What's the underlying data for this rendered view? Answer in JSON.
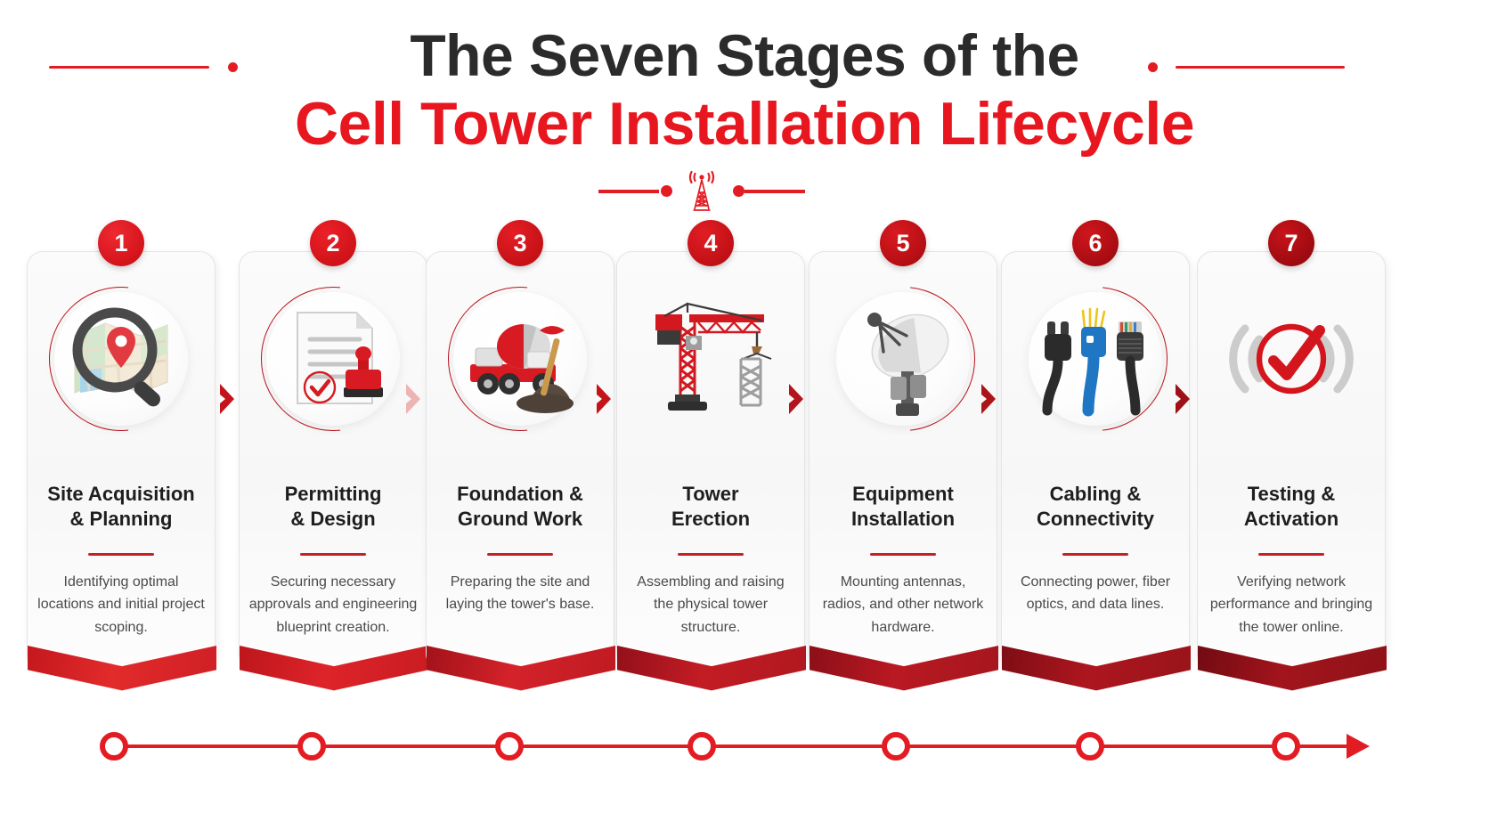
{
  "header": {
    "title_line1": "The Seven Stages of the",
    "title_line2": "Cell Tower Installation Lifecycle",
    "title_color_dark": "#2b2b2b",
    "title_color_red": "#e8171f",
    "accent_color": "#e31c23"
  },
  "stages": [
    {
      "number": "1",
      "title": "Site Acquisition\n& Planning",
      "title_l1": "Site Acquisition",
      "title_l2": "& Planning",
      "description": "Identifying optimal locations and initial project scoping.",
      "icon": "map-magnifier-icon",
      "badge_color": "#e31c23",
      "chevron_color": "#e02a2a"
    },
    {
      "number": "2",
      "title": "Permitting\n& Design",
      "title_l1": "Permitting",
      "title_l2": "& Design",
      "description": "Securing necessary approvals and engineering blueprint creation.",
      "icon": "document-stamp-icon",
      "badge_color": "#dd1b22",
      "chevron_color": "#d8262b"
    },
    {
      "number": "3",
      "title": "Foundation &\nGround Work",
      "title_l1": "Foundation &",
      "title_l2": "Ground Work",
      "description": "Preparing the site and laying the tower's base.",
      "icon": "cement-mixer-icon",
      "badge_color": "#cf1a21",
      "chevron_color": "#c92026"
    },
    {
      "number": "4",
      "title": "Tower\nErection",
      "title_l1": "Tower",
      "title_l2": "Erection",
      "description": "Assembling and raising the physical tower structure.",
      "icon": "tower-crane-icon",
      "badge_color": "#cb1a20",
      "chevron_color": "#bd1d23"
    },
    {
      "number": "5",
      "title": "Equipment\nInstallation",
      "title_l1": "Equipment",
      "title_l2": "Installation",
      "description": "Mounting antennas, radios, and other network hardware.",
      "icon": "satellite-dish-icon",
      "badge_color": "#c2181e",
      "chevron_color": "#b21b21"
    },
    {
      "number": "6",
      "title": "Cabling &\nConnectivity",
      "title_l1": "Cabling &",
      "title_l2": "Connectivity",
      "description": "Connecting power, fiber optics, and data lines.",
      "icon": "cables-connectors-icon",
      "badge_color": "#b5161c",
      "chevron_color": "#a81a1f"
    },
    {
      "number": "7",
      "title": "Testing &\nActivation",
      "title_l1": "Testing &",
      "title_l2": "Activation",
      "description": "Verifying network performance and bringing the tower online.",
      "icon": "checkmark-signal-icon",
      "badge_color": "#aa1419",
      "chevron_color": "#9d171c"
    }
  ],
  "connectors": [
    {
      "shape": "chevron-right",
      "color": "#c4141b",
      "opacity": 1
    },
    {
      "shape": "chevron-right",
      "color": "#e8a4a4",
      "opacity": 1
    },
    {
      "shape": "chevron-right",
      "color": "#c4141b",
      "opacity": 1
    },
    {
      "shape": "chevron-right",
      "color": "#b4141b",
      "opacity": 1
    },
    {
      "shape": "chevron-right",
      "color": "#ad1419",
      "opacity": 1
    },
    {
      "shape": "chevron-right",
      "color": "#9e1217",
      "opacity": 1
    }
  ],
  "timeline": {
    "node_count": 7,
    "line_color": "#e31c23",
    "node_fill": "#ffffff",
    "has_end_arrow": true
  },
  "decorations": {
    "tower_icon": "cell-tower-signal-icon",
    "left_rule": true,
    "right_rule": true
  }
}
